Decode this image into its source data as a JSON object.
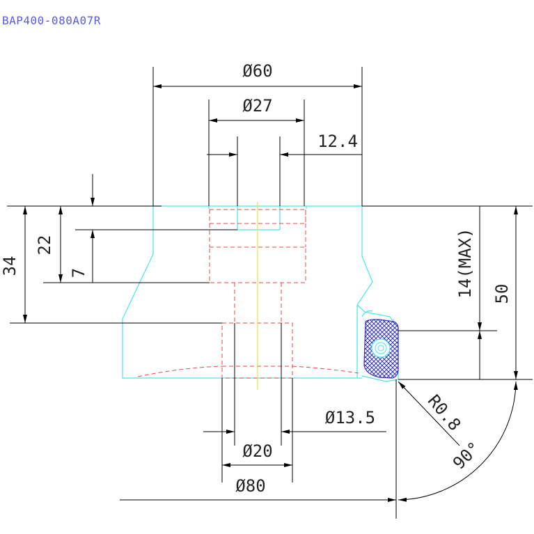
{
  "part_code": "BAP400-080A07R",
  "dimensions": {
    "dia_60": "Ø60",
    "dia_27": "Ø27",
    "len_12_4": "12.4",
    "len_34": "34",
    "len_22": "22",
    "len_7": "7",
    "len_14_max": "14(MAX)",
    "len_50": "50",
    "dia_13_5": "Ø13.5",
    "dia_20": "Ø20",
    "dia_80": "Ø80",
    "radius": "R0.8",
    "angle": "90°"
  },
  "colors": {
    "body_outline": "#46e6e6",
    "hidden_lines": "#e64646",
    "center_line": "#e6e646",
    "dimension_lines": "#000000",
    "insert_hatch": "#3030c0",
    "code_text": "#5a5ae6"
  }
}
